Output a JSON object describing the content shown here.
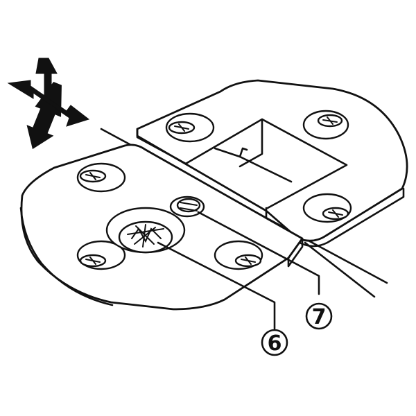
{
  "figure": {
    "callouts": [
      {
        "id": "callout-6",
        "label": "6"
      },
      {
        "id": "callout-7",
        "label": "7"
      }
    ],
    "symbol": "crossed-double-arrows-icon",
    "colors": {
      "line": "#111111",
      "background": "#ffffff"
    }
  }
}
